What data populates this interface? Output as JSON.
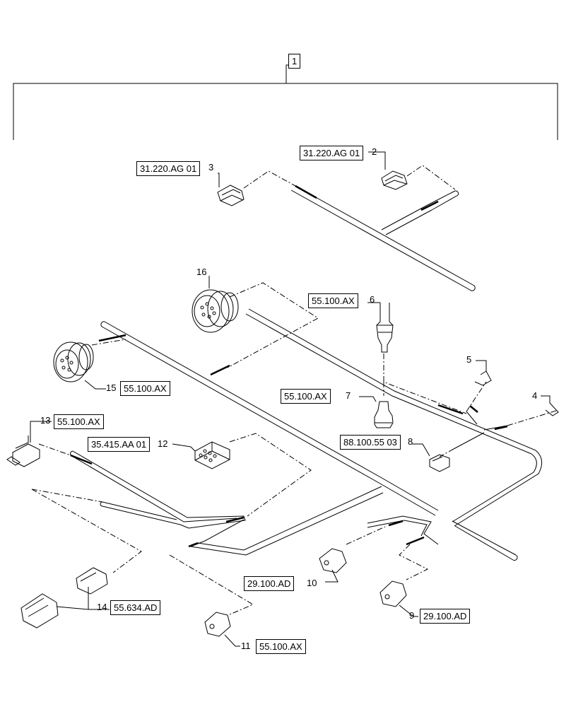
{
  "callouts": {
    "c1": "1",
    "c2": "2",
    "c3": "3",
    "c4": "4",
    "c5": "5",
    "c6": "6",
    "c7": "7",
    "c8": "8",
    "c9": "9",
    "c10": "10",
    "c11": "11",
    "c12": "12",
    "c13": "13",
    "c14": "14",
    "c15": "15",
    "c16": "16"
  },
  "references": {
    "r2": "31.220.AG 01",
    "r3": "31.220.AG 01",
    "r6": "55.100.AX",
    "r7": "55.100.AX",
    "r8": "88.100.55 03",
    "r9": "29.100.AD",
    "r10": "29.100.AD",
    "r11": "55.100.AX",
    "r12": "35.415.AA 01",
    "r13": "55.100.AX",
    "r14": "55.634.AD",
    "r15": "55.100.AX"
  },
  "colors": {
    "line": "#000000",
    "background": "#ffffff"
  }
}
